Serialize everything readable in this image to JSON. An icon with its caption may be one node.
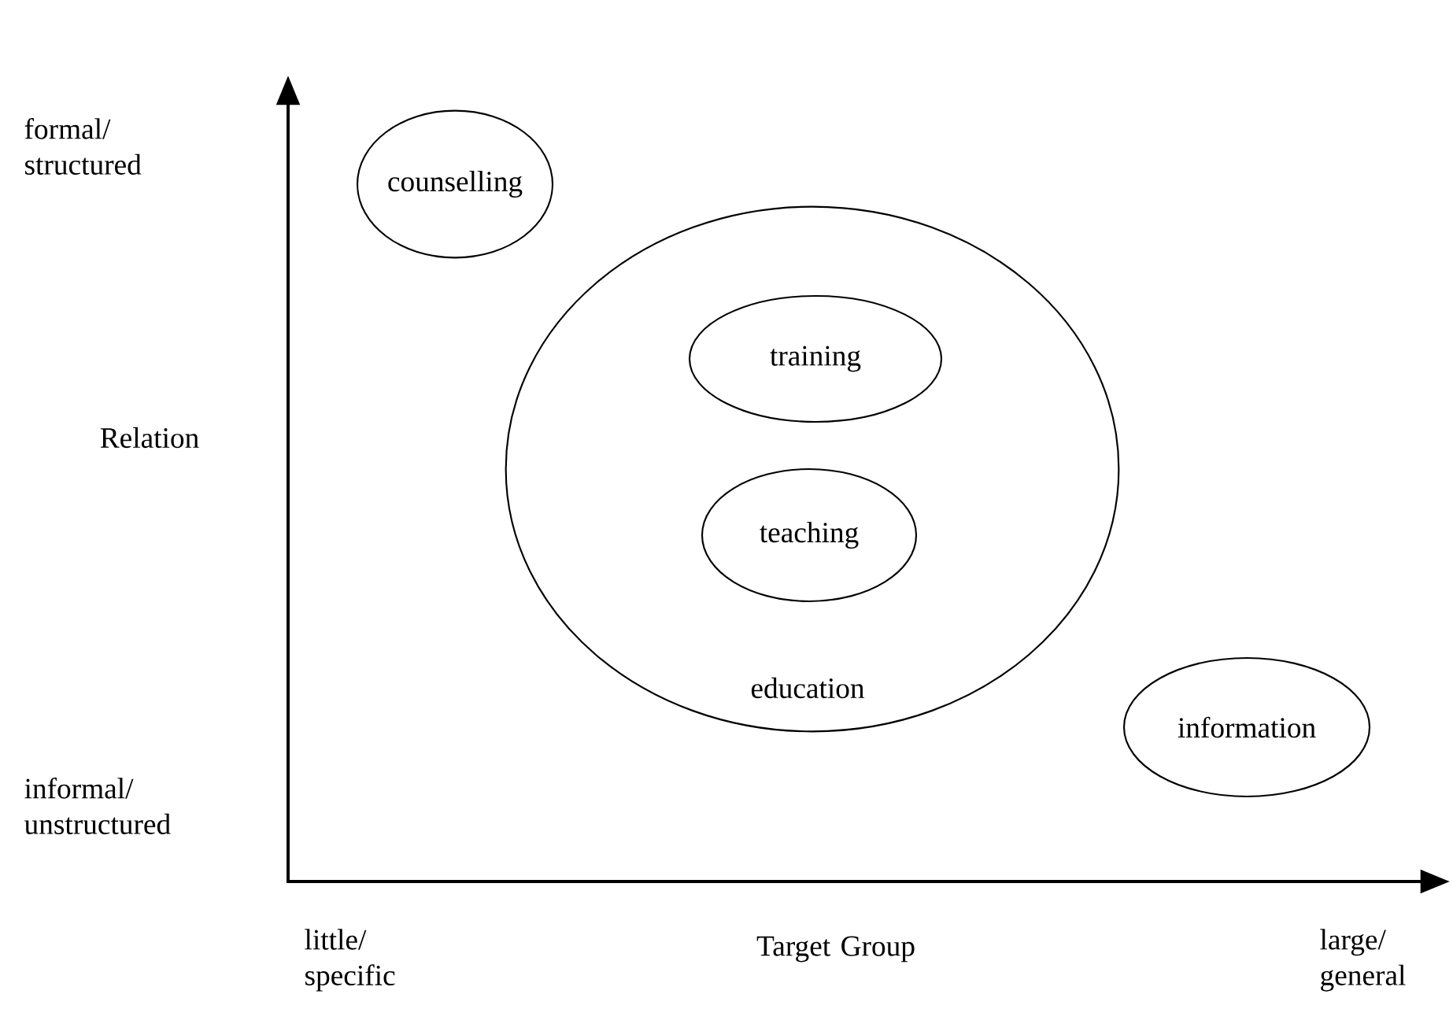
{
  "diagram": {
    "nodes": [
      {
        "text": [
          "counselling"
        ]
      },
      {
        "text": [
          "education"
        ]
      },
      {
        "text": [
          "training"
        ],
        "in": 1
      },
      {
        "text": [
          "teaching"
        ],
        "in": 1
      },
      {
        "text": [
          "information"
        ]
      }
    ],
    "labels": [
      "formal/ structured",
      "Relation",
      "informal/ unstructured",
      "little/ specific",
      "Target Group",
      "large/ general"
    ]
  }
}
